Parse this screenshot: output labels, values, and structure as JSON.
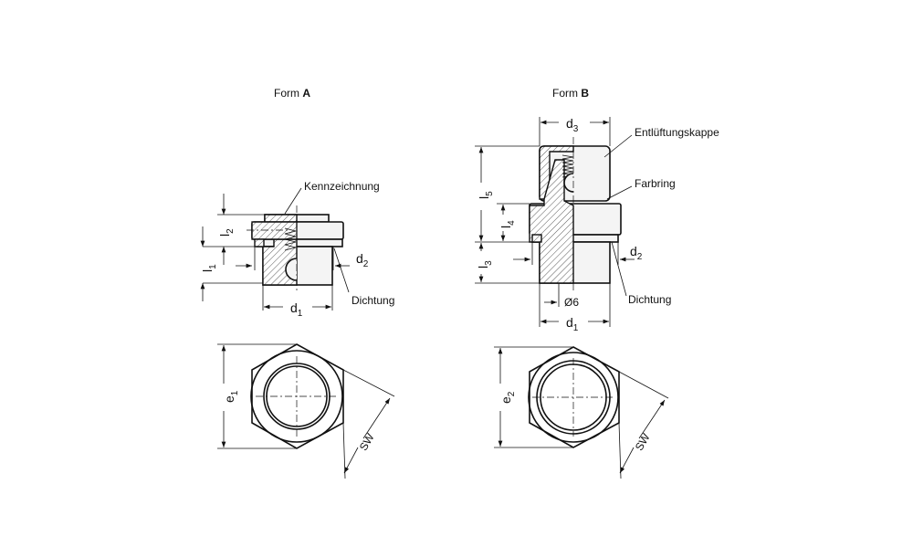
{
  "form_a": {
    "title_prefix": "Form ",
    "title_letter": "A",
    "labels": {
      "marking": "Kennzeichnung",
      "seal": "Dichtung"
    },
    "dims": {
      "l1": "l",
      "l1_sub": "1",
      "l2": "l",
      "l2_sub": "2",
      "d1": "d",
      "d1_sub": "1",
      "d2": "d",
      "d2_sub": "2",
      "e1": "e",
      "e1_sub": "1",
      "sw": "SW"
    }
  },
  "form_b": {
    "title_prefix": "Form ",
    "title_letter": "B",
    "labels": {
      "vent_cap": "Entlüftungskappe",
      "color_ring": "Farbring",
      "seal": "Dichtung"
    },
    "dims": {
      "d3": "d",
      "d3_sub": "3",
      "l5": "l",
      "l5_sub": "5",
      "l4": "l",
      "l4_sub": "4",
      "l3": "l",
      "l3_sub": "3",
      "d2": "d",
      "d2_sub": "2",
      "bore": "Ø6",
      "d1": "d",
      "d1_sub": "1",
      "e2": "e",
      "e2_sub": "2",
      "sw": "SW"
    }
  }
}
